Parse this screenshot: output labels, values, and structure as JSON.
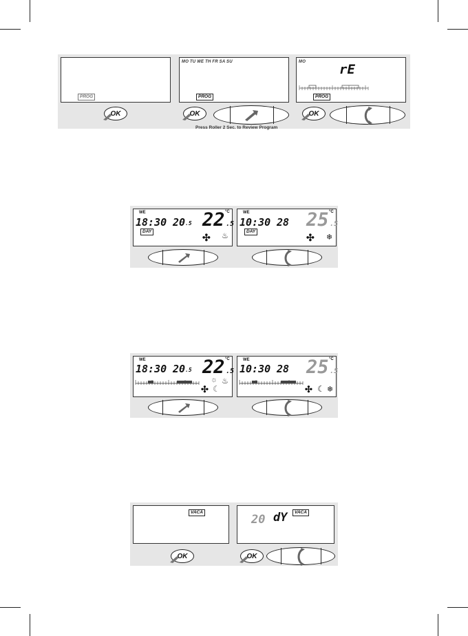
{
  "row1": {
    "screen1": {
      "prog": "PROG"
    },
    "screen2": {
      "days": "MO TU WE TH FR SA SU",
      "prog": "PROG"
    },
    "screen3": {
      "day": "MO",
      "display": "rE",
      "prog": "PROG"
    },
    "ok_label": "OK",
    "caption": "Press Roller 2 Sec. to Review Program"
  },
  "row2": {
    "screen1": {
      "day": "WE",
      "time": "18:30",
      "setpoint": "20",
      "setpoint_dec": ".5",
      "temp": "22",
      "temp_dec": ".5",
      "tag": "DAY",
      "unit": "°C"
    },
    "screen2": {
      "day": "WE",
      "time": "10:30",
      "setpoint": "28",
      "temp": "25",
      "temp_dec": ".5",
      "tag": "DAY",
      "unit": "°C"
    }
  },
  "row3": {
    "screen1": {
      "day": "WE",
      "time": "18:30",
      "setpoint": "20",
      "setpoint_dec": ".5",
      "temp": "22",
      "temp_dec": ".5",
      "unit": "°C"
    },
    "screen2": {
      "day": "WE",
      "time": "10:30",
      "setpoint": "28",
      "temp": "25",
      "temp_dec": ".5",
      "unit": "°C"
    }
  },
  "row4": {
    "screen1": {
      "tag": "VACA"
    },
    "screen2": {
      "days_value": "20",
      "days_unit": "dY",
      "tag": "VACA"
    },
    "ok_label": "OK"
  },
  "icons": [
    "ok-hand-icon",
    "roller-press-icon",
    "roller-rotate-icon",
    "fan-icon",
    "heat-icon",
    "snowflake-icon",
    "sun-icon",
    "moon-icon"
  ]
}
